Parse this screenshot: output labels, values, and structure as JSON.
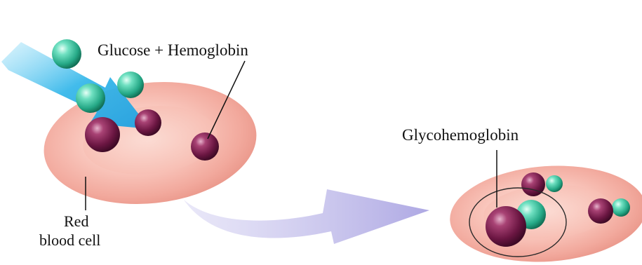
{
  "labels": {
    "glucose_hemoglobin": "Glucose + Hemoglobin",
    "glycohemoglobin": "Glycohemoglobin",
    "red_line1": "Red",
    "red_line2": "blood cell"
  },
  "colors": {
    "cell_outer": "#f3aaa0",
    "cell_inner": "#fcd4cc",
    "hemoglobin": "#7a1f4e",
    "glucose": "#3ec9a4",
    "flow_arrow": "#38b8ea",
    "transition_arrow": "#b8b4e6"
  },
  "icons": {
    "hemoglobin": "hemoglobin-sphere-icon",
    "glucose": "glucose-sphere-icon"
  }
}
